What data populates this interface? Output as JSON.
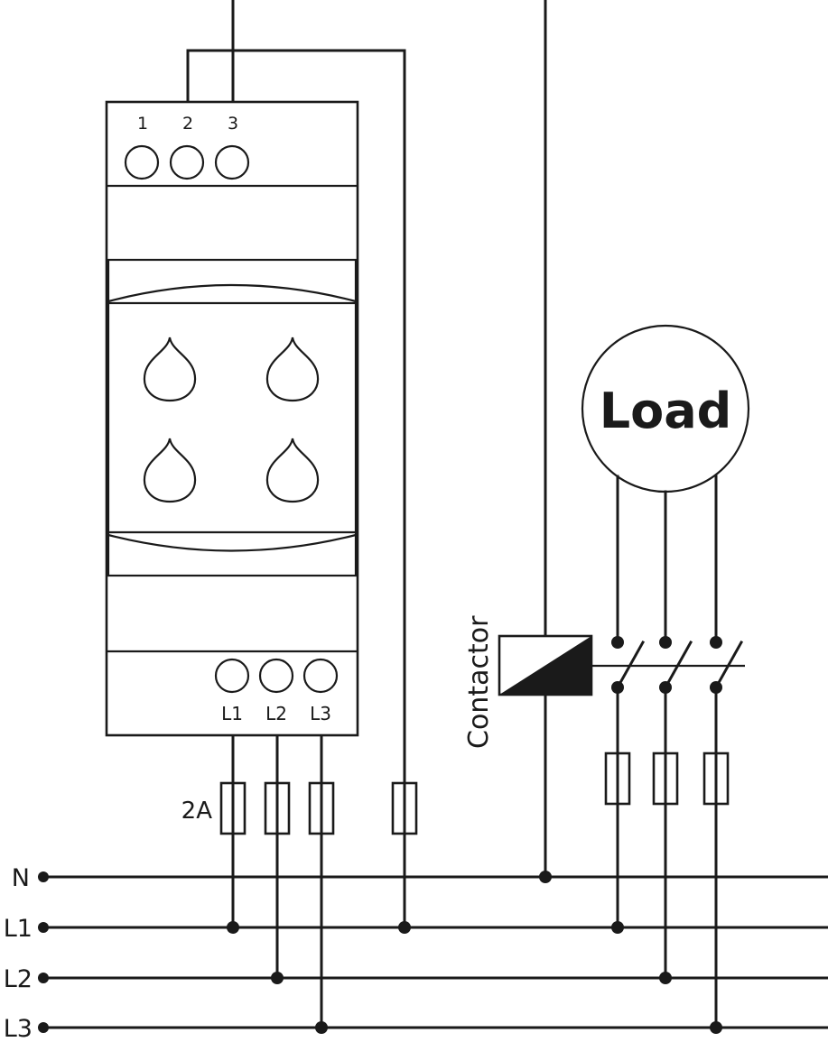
{
  "relay": {
    "top_terminals": [
      "1",
      "2",
      "3"
    ],
    "bottom_terminals": [
      "L1",
      "L2",
      "L3"
    ]
  },
  "fuse_label": "2A",
  "contactor_label": "Contactor",
  "load_label": "Load",
  "bus_lines": [
    "N",
    "L1",
    "L2",
    "L3"
  ],
  "colors": {
    "line": "#1a1a1a",
    "background": "#ffffff"
  }
}
